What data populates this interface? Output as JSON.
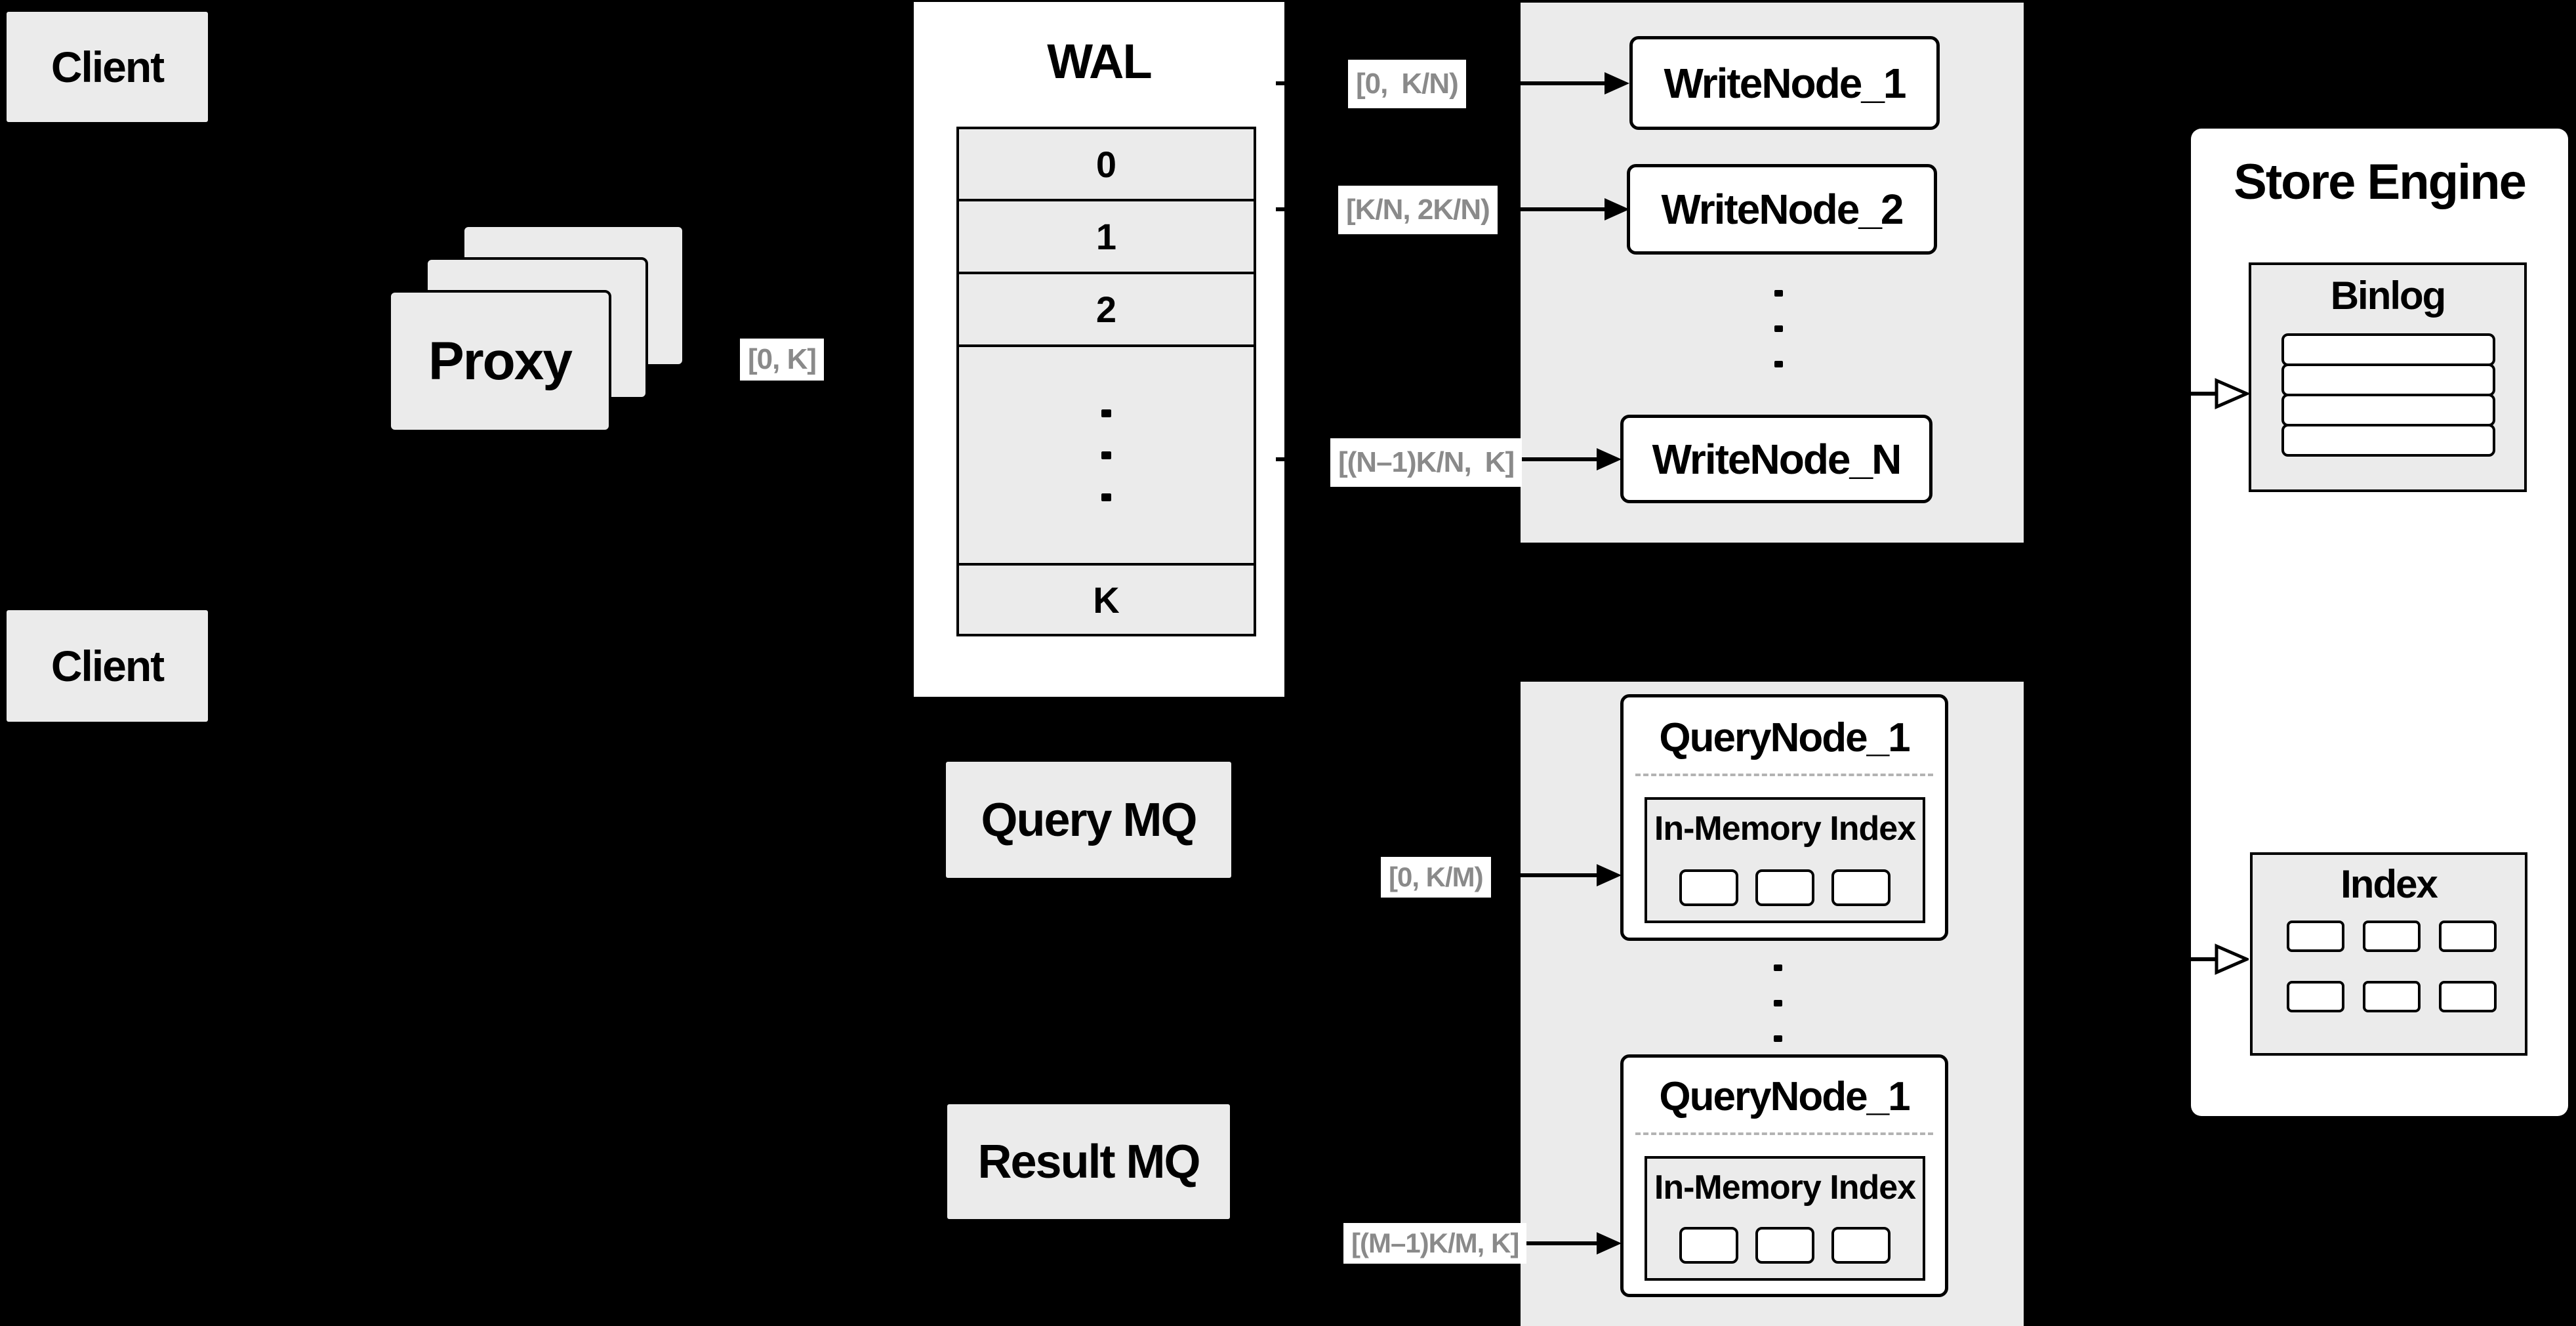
{
  "clients": {
    "top": "Client",
    "bottom": "Client"
  },
  "proxy": {
    "label": "Proxy",
    "range": "[0, K]"
  },
  "wal": {
    "title": "WAL",
    "rows": [
      "0",
      "1",
      "2"
    ],
    "last_row": "K"
  },
  "write": {
    "nodes": [
      {
        "range": "[0, K/N)",
        "name": "WriteNode_1"
      },
      {
        "range": "[K/N, 2K/N)",
        "name": "WriteNode_2"
      },
      {
        "range": "[(N–1)K/N, K]",
        "name": "WriteNode_N"
      }
    ]
  },
  "mq": {
    "query": "Query MQ",
    "result": "Result MQ"
  },
  "query": {
    "nodes": [
      {
        "range": "[0, K/M)",
        "name": "QueryNode_1",
        "index_label": "In-Memory Index"
      },
      {
        "range": "[(M–1)K/M, K]",
        "name": "QueryNode_1",
        "index_label": "In-Memory Index"
      }
    ]
  },
  "store": {
    "title": "Store Engine",
    "binlog_title": "Binlog",
    "index_title": "Index"
  },
  "colors": {
    "background": "#000000",
    "panel_gray": "#ebebeb",
    "box_white": "#ffffff",
    "border_black": "#000000",
    "label_text_gray": "#8a8a8a",
    "dashed_gray": "#b3b3b3"
  }
}
